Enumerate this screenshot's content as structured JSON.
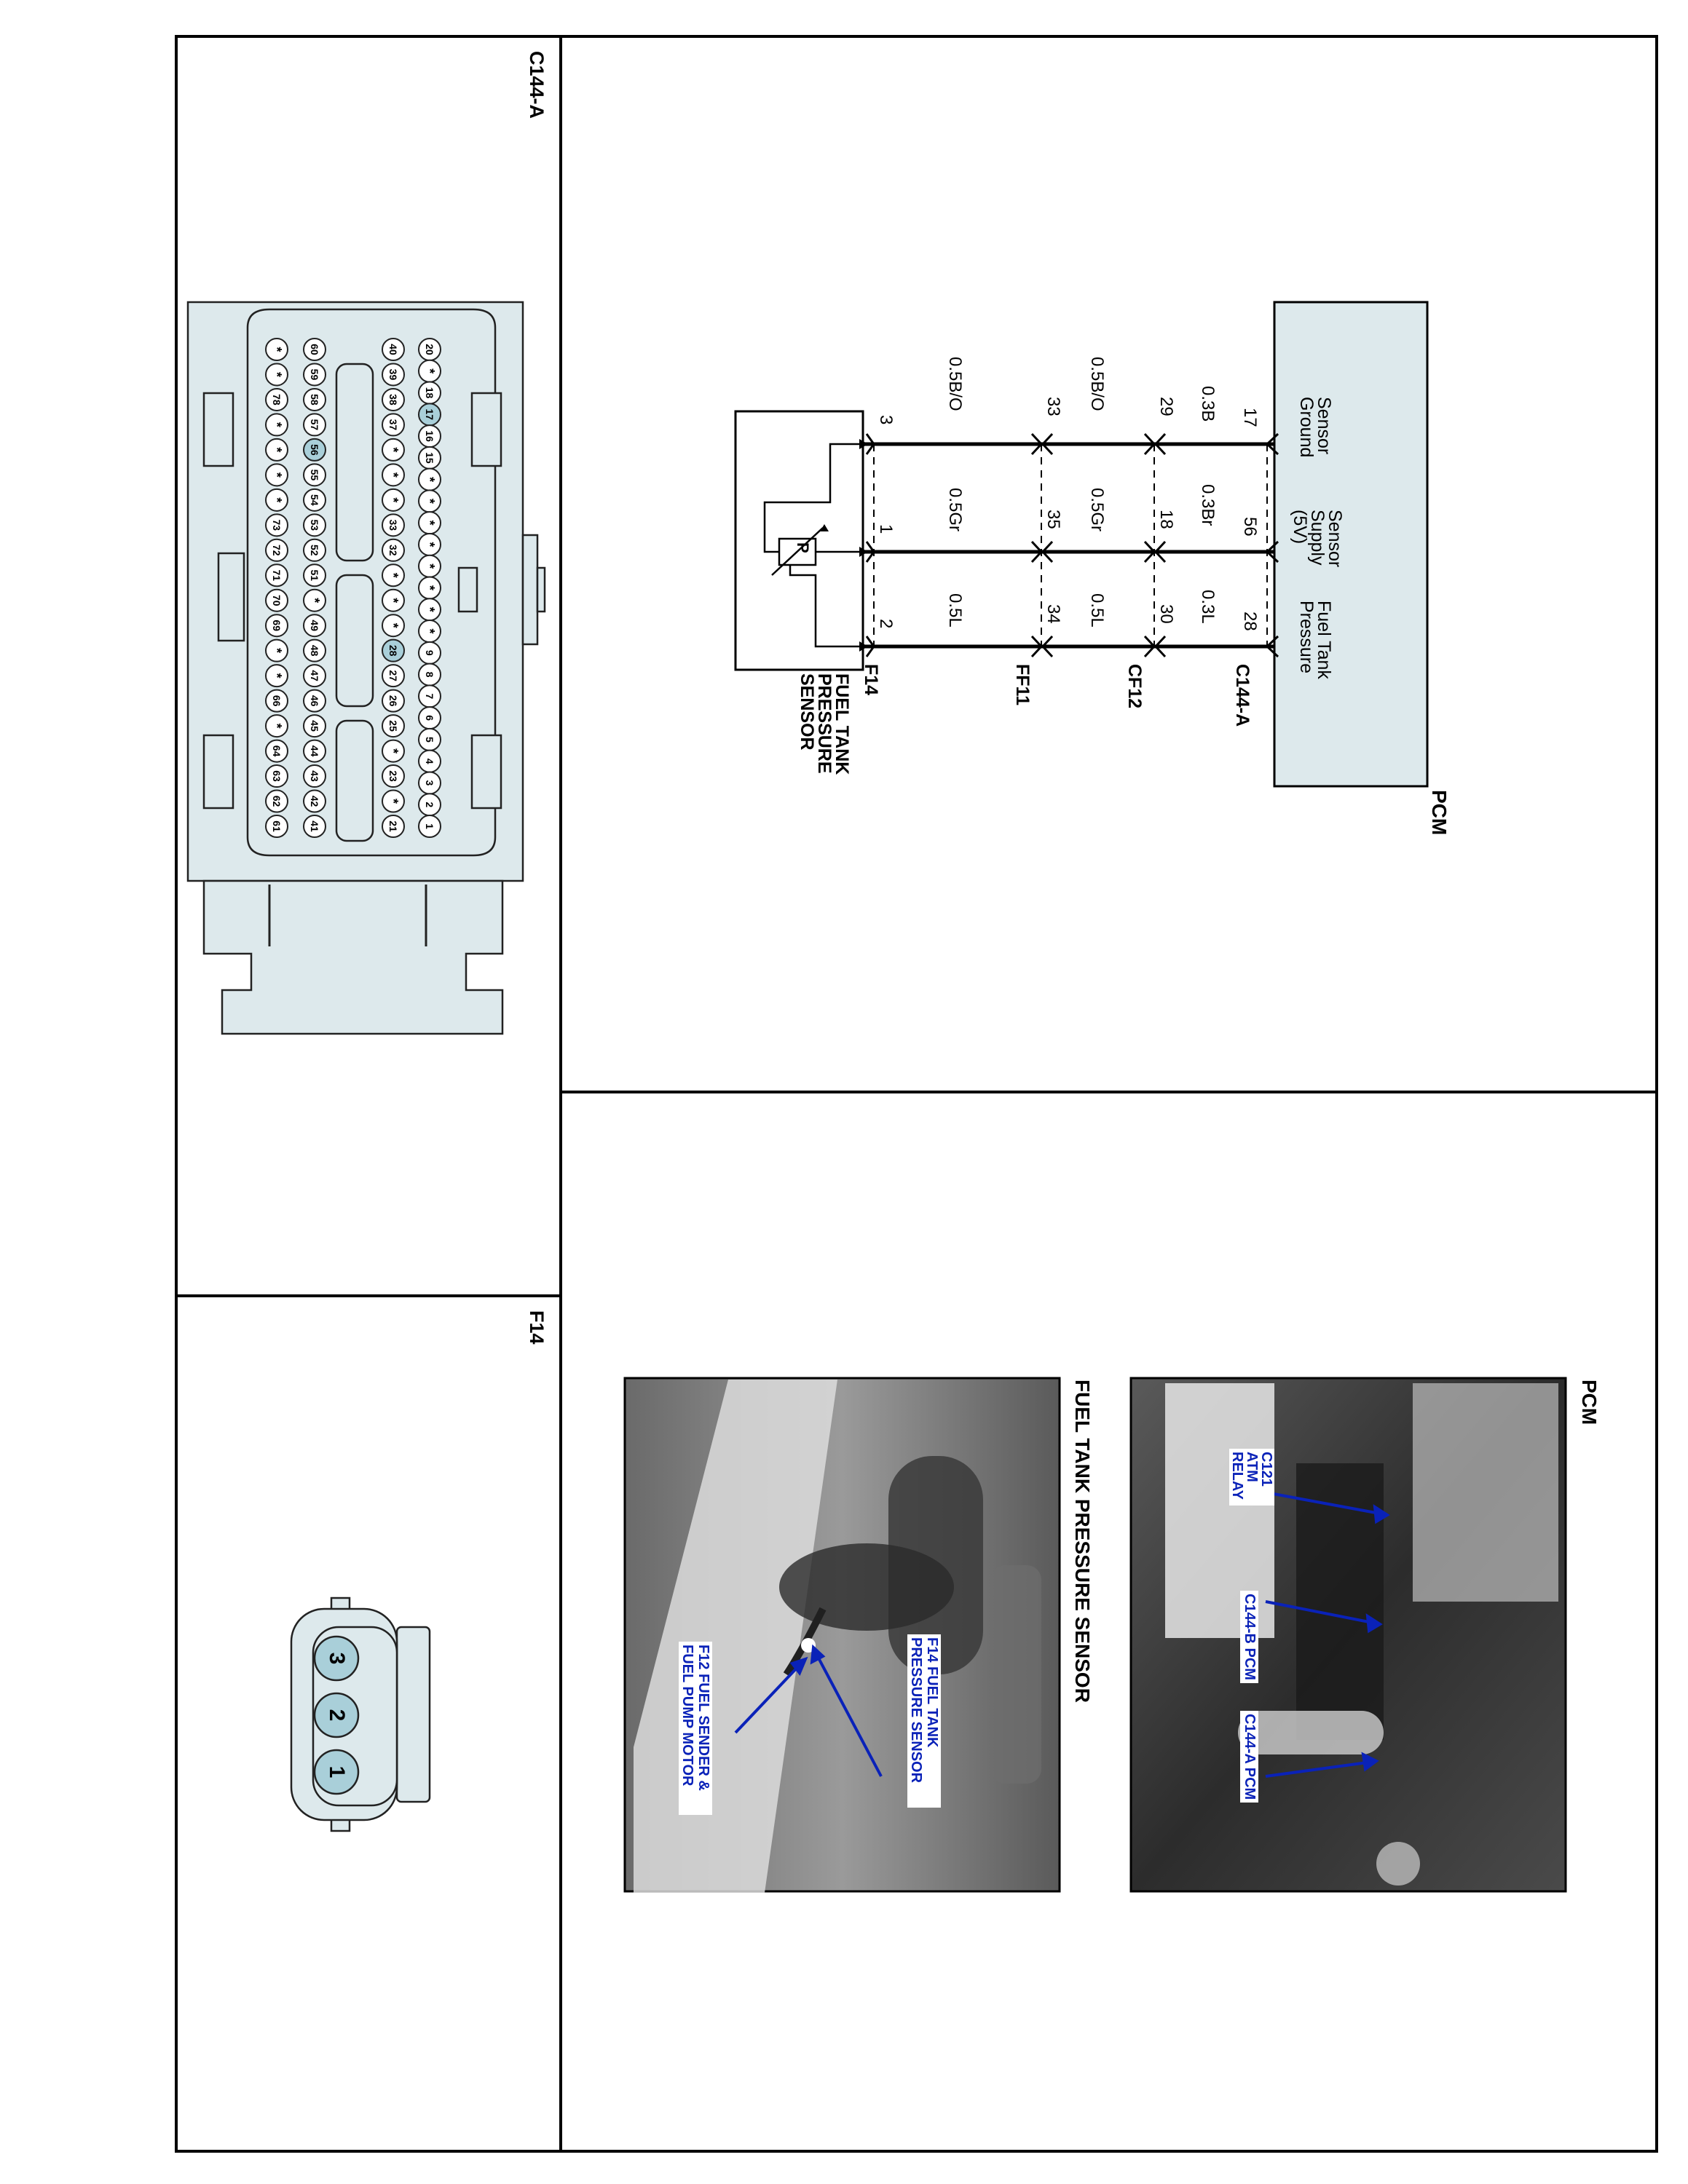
{
  "connector_c144a": {
    "title": "C144-A",
    "pins": [
      [
        "20",
        "*",
        "18",
        "17",
        "16",
        "15",
        "*",
        "*",
        "*",
        "*",
        "*",
        "*",
        "*",
        "*",
        "9",
        "8",
        "7",
        "6",
        "5",
        "4",
        "3",
        "2",
        "1"
      ],
      [
        "40",
        "39",
        "38",
        "37",
        "*",
        "*",
        "*",
        "33",
        "32",
        "*",
        "*",
        "*",
        "28",
        "27",
        "26",
        "25",
        "*",
        "23",
        "*",
        "21"
      ],
      [
        "60",
        "59",
        "58",
        "57",
        "56",
        "55",
        "54",
        "53",
        "52",
        "51",
        "*",
        "49",
        "48",
        "47",
        "46",
        "45",
        "44",
        "43",
        "42",
        "41"
      ],
      [
        "*",
        "*",
        "78",
        "*",
        "*",
        "*",
        "*",
        "73",
        "72",
        "71",
        "70",
        "69",
        "*",
        "*",
        "66",
        "*",
        "64",
        "63",
        "62",
        "61"
      ]
    ],
    "highlighted_pins": [
      "17",
      "28",
      "56"
    ]
  },
  "connector_f14": {
    "title": "F14",
    "pins": [
      "3",
      "2",
      "1"
    ]
  },
  "schematic": {
    "pcm_label": "PCM",
    "functions": [
      "Sensor Ground",
      "Sensor Supply (5V)",
      "Fuel Tank Pressure"
    ],
    "connectors": [
      "C144-A",
      "CF12",
      "FF11",
      "F14"
    ],
    "sensor_label": "FUEL TANK PRESSURE SENSOR",
    "sensor_symbol": "P",
    "circuits": [
      {
        "c144a_pin": "17",
        "wire1": "0.3B",
        "cf12_pin": "29",
        "wire2": "0.5B/O",
        "ff11_pin": "33",
        "wire3": "0.5B/O",
        "f14_pin": "3"
      },
      {
        "c144a_pin": "56",
        "wire1": "0.3Br",
        "cf12_pin": "18",
        "wire2": "0.5Gr",
        "ff11_pin": "35",
        "wire3": "0.5Gr",
        "f14_pin": "1"
      },
      {
        "c144a_pin": "28",
        "wire1": "0.3L",
        "cf12_pin": "30",
        "wire2": "0.5L",
        "ff11_pin": "34",
        "wire3": "0.5L",
        "f14_pin": "2"
      }
    ]
  },
  "photos": {
    "pcm": {
      "title": "PCM",
      "labels": [
        "C121 ATM RELAY",
        "C144-B PCM",
        "C144-A PCM"
      ]
    },
    "sensor": {
      "title": "FUEL TANK PRESSURE SENSOR",
      "labels": [
        "F14 FUEL TANK PRESSURE SENSOR",
        "F12 FUEL SENDER & FUEL PUMP MOTOR"
      ]
    }
  },
  "colors": {
    "connector_fill": "#dde9ec",
    "pin_highlight": "#a9cfd9",
    "label_blue": "#0a22b8",
    "photo_dark": "#3a3a3a"
  }
}
